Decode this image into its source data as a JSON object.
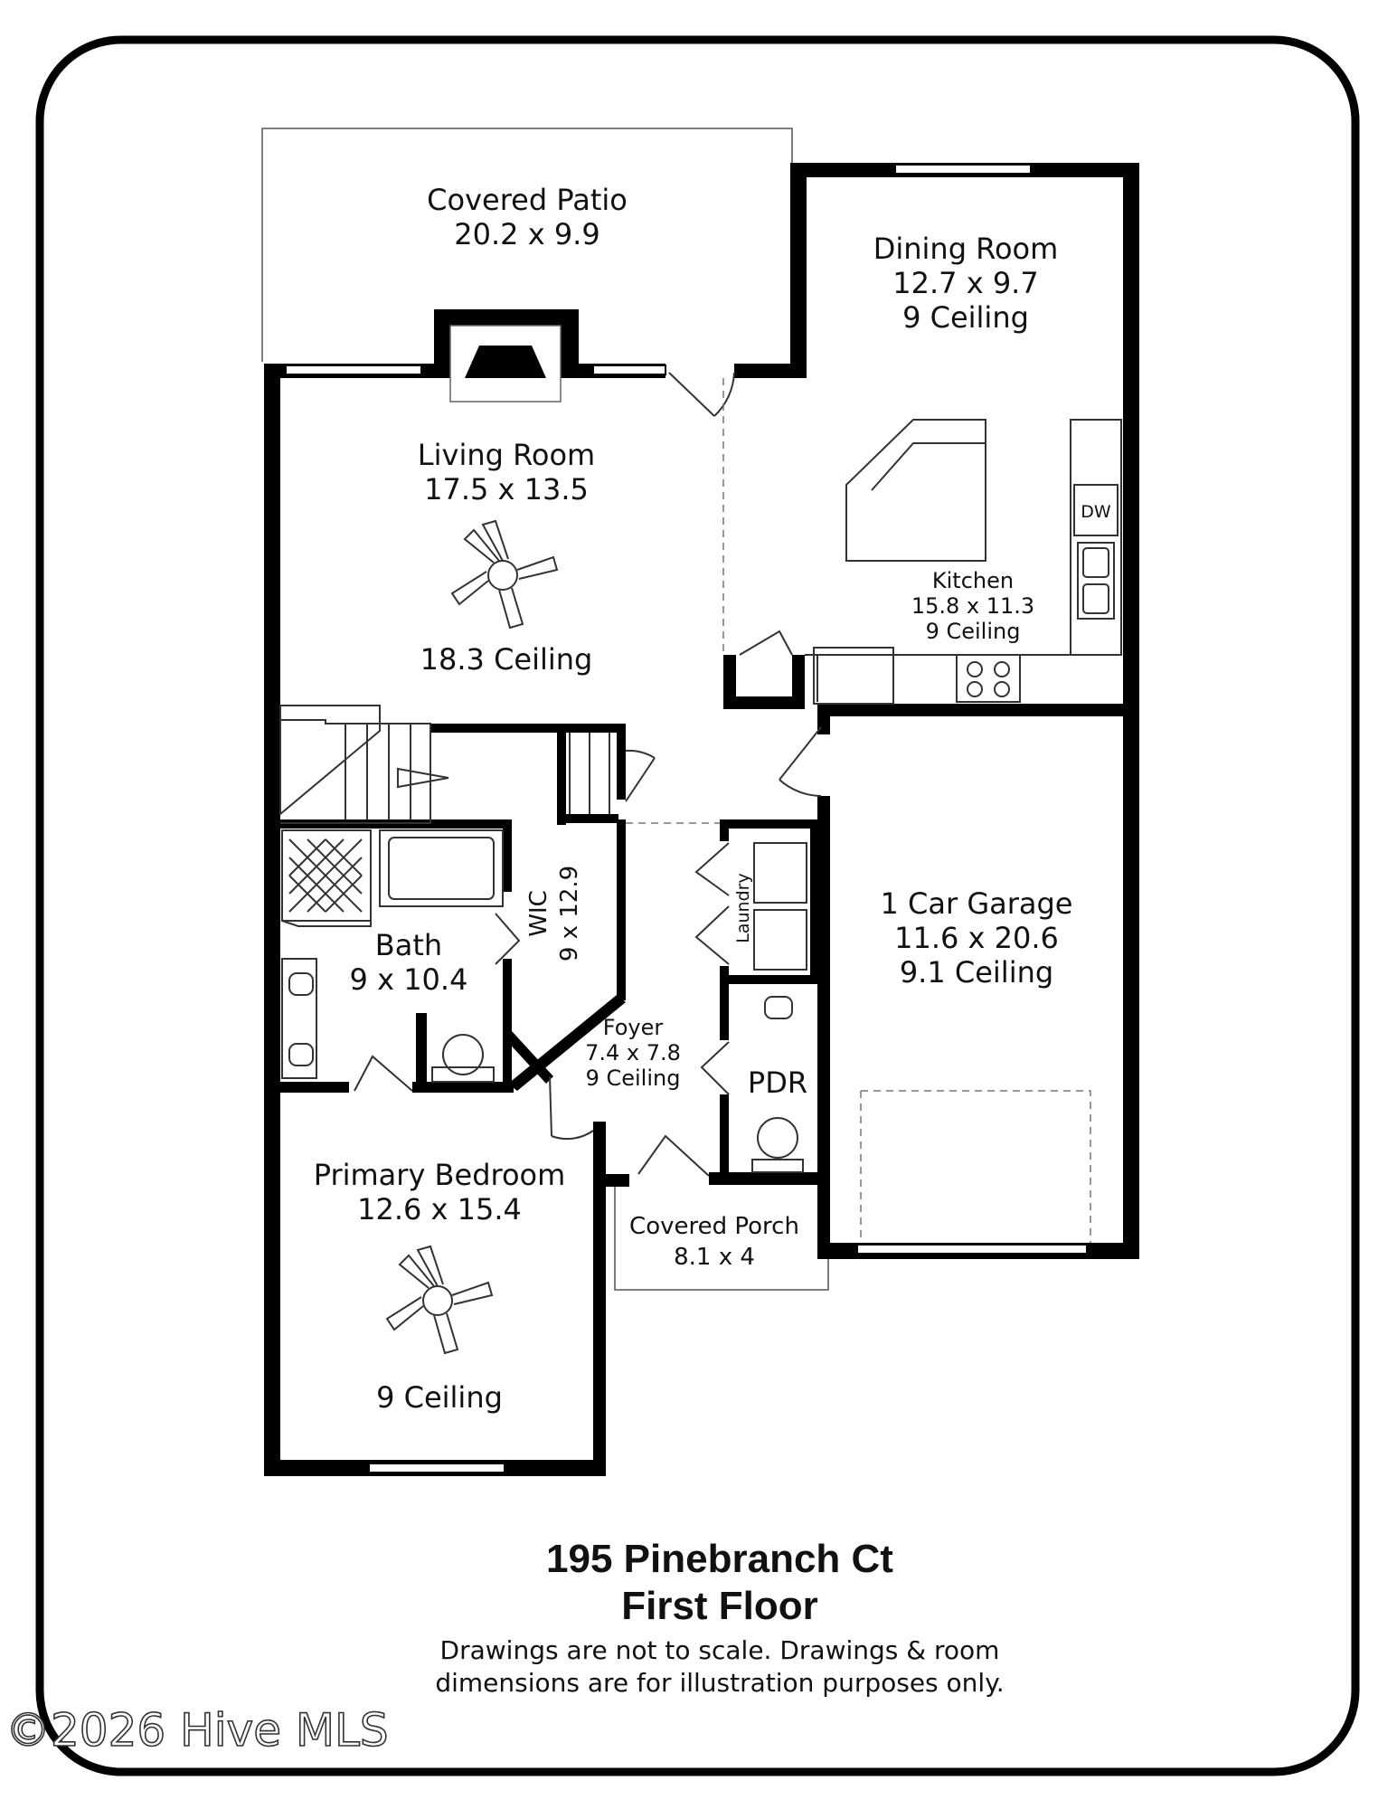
{
  "rooms": {
    "covered_patio": {
      "name": "Covered Patio",
      "dims": "20.2 x 9.9"
    },
    "dining_room": {
      "name": "Dining Room",
      "dims": "12.7 x 9.7",
      "ceiling": "9 Ceiling"
    },
    "living_room": {
      "name": "Living Room",
      "dims": "17.5 x 13.5",
      "ceiling": "18.3 Ceiling"
    },
    "kitchen": {
      "name": "Kitchen",
      "dims": "15.8 x 11.3",
      "ceiling": "9 Ceiling",
      "appliance_label": "DW"
    },
    "wic": {
      "name": "WIC",
      "dims": "9 x 12.9"
    },
    "laundry": {
      "name": "Laundry"
    },
    "bath": {
      "name": "Bath",
      "dims": "9 x 10.4"
    },
    "garage": {
      "name": "1 Car Garage",
      "dims": "11.6 x 20.6",
      "ceiling": "9.1 Ceiling"
    },
    "foyer": {
      "name": "Foyer",
      "dims": "7.4 x 7.8",
      "ceiling": "9 Ceiling"
    },
    "pdr": {
      "name": "PDR"
    },
    "primary_bedroom": {
      "name": "Primary Bedroom",
      "dims": "12.6 x 15.4",
      "ceiling": "9 Ceiling"
    },
    "covered_porch": {
      "name": "Covered Porch",
      "dims": "8.1 x 4"
    }
  },
  "footer": {
    "address": "195 Pinebranch Ct",
    "floor": "First Floor",
    "disclaimer_line1": "Drawings are not to scale. Drawings & room",
    "disclaimer_line2": "dimensions are for illustration purposes only."
  },
  "watermark": "©2026 Hive MLS"
}
